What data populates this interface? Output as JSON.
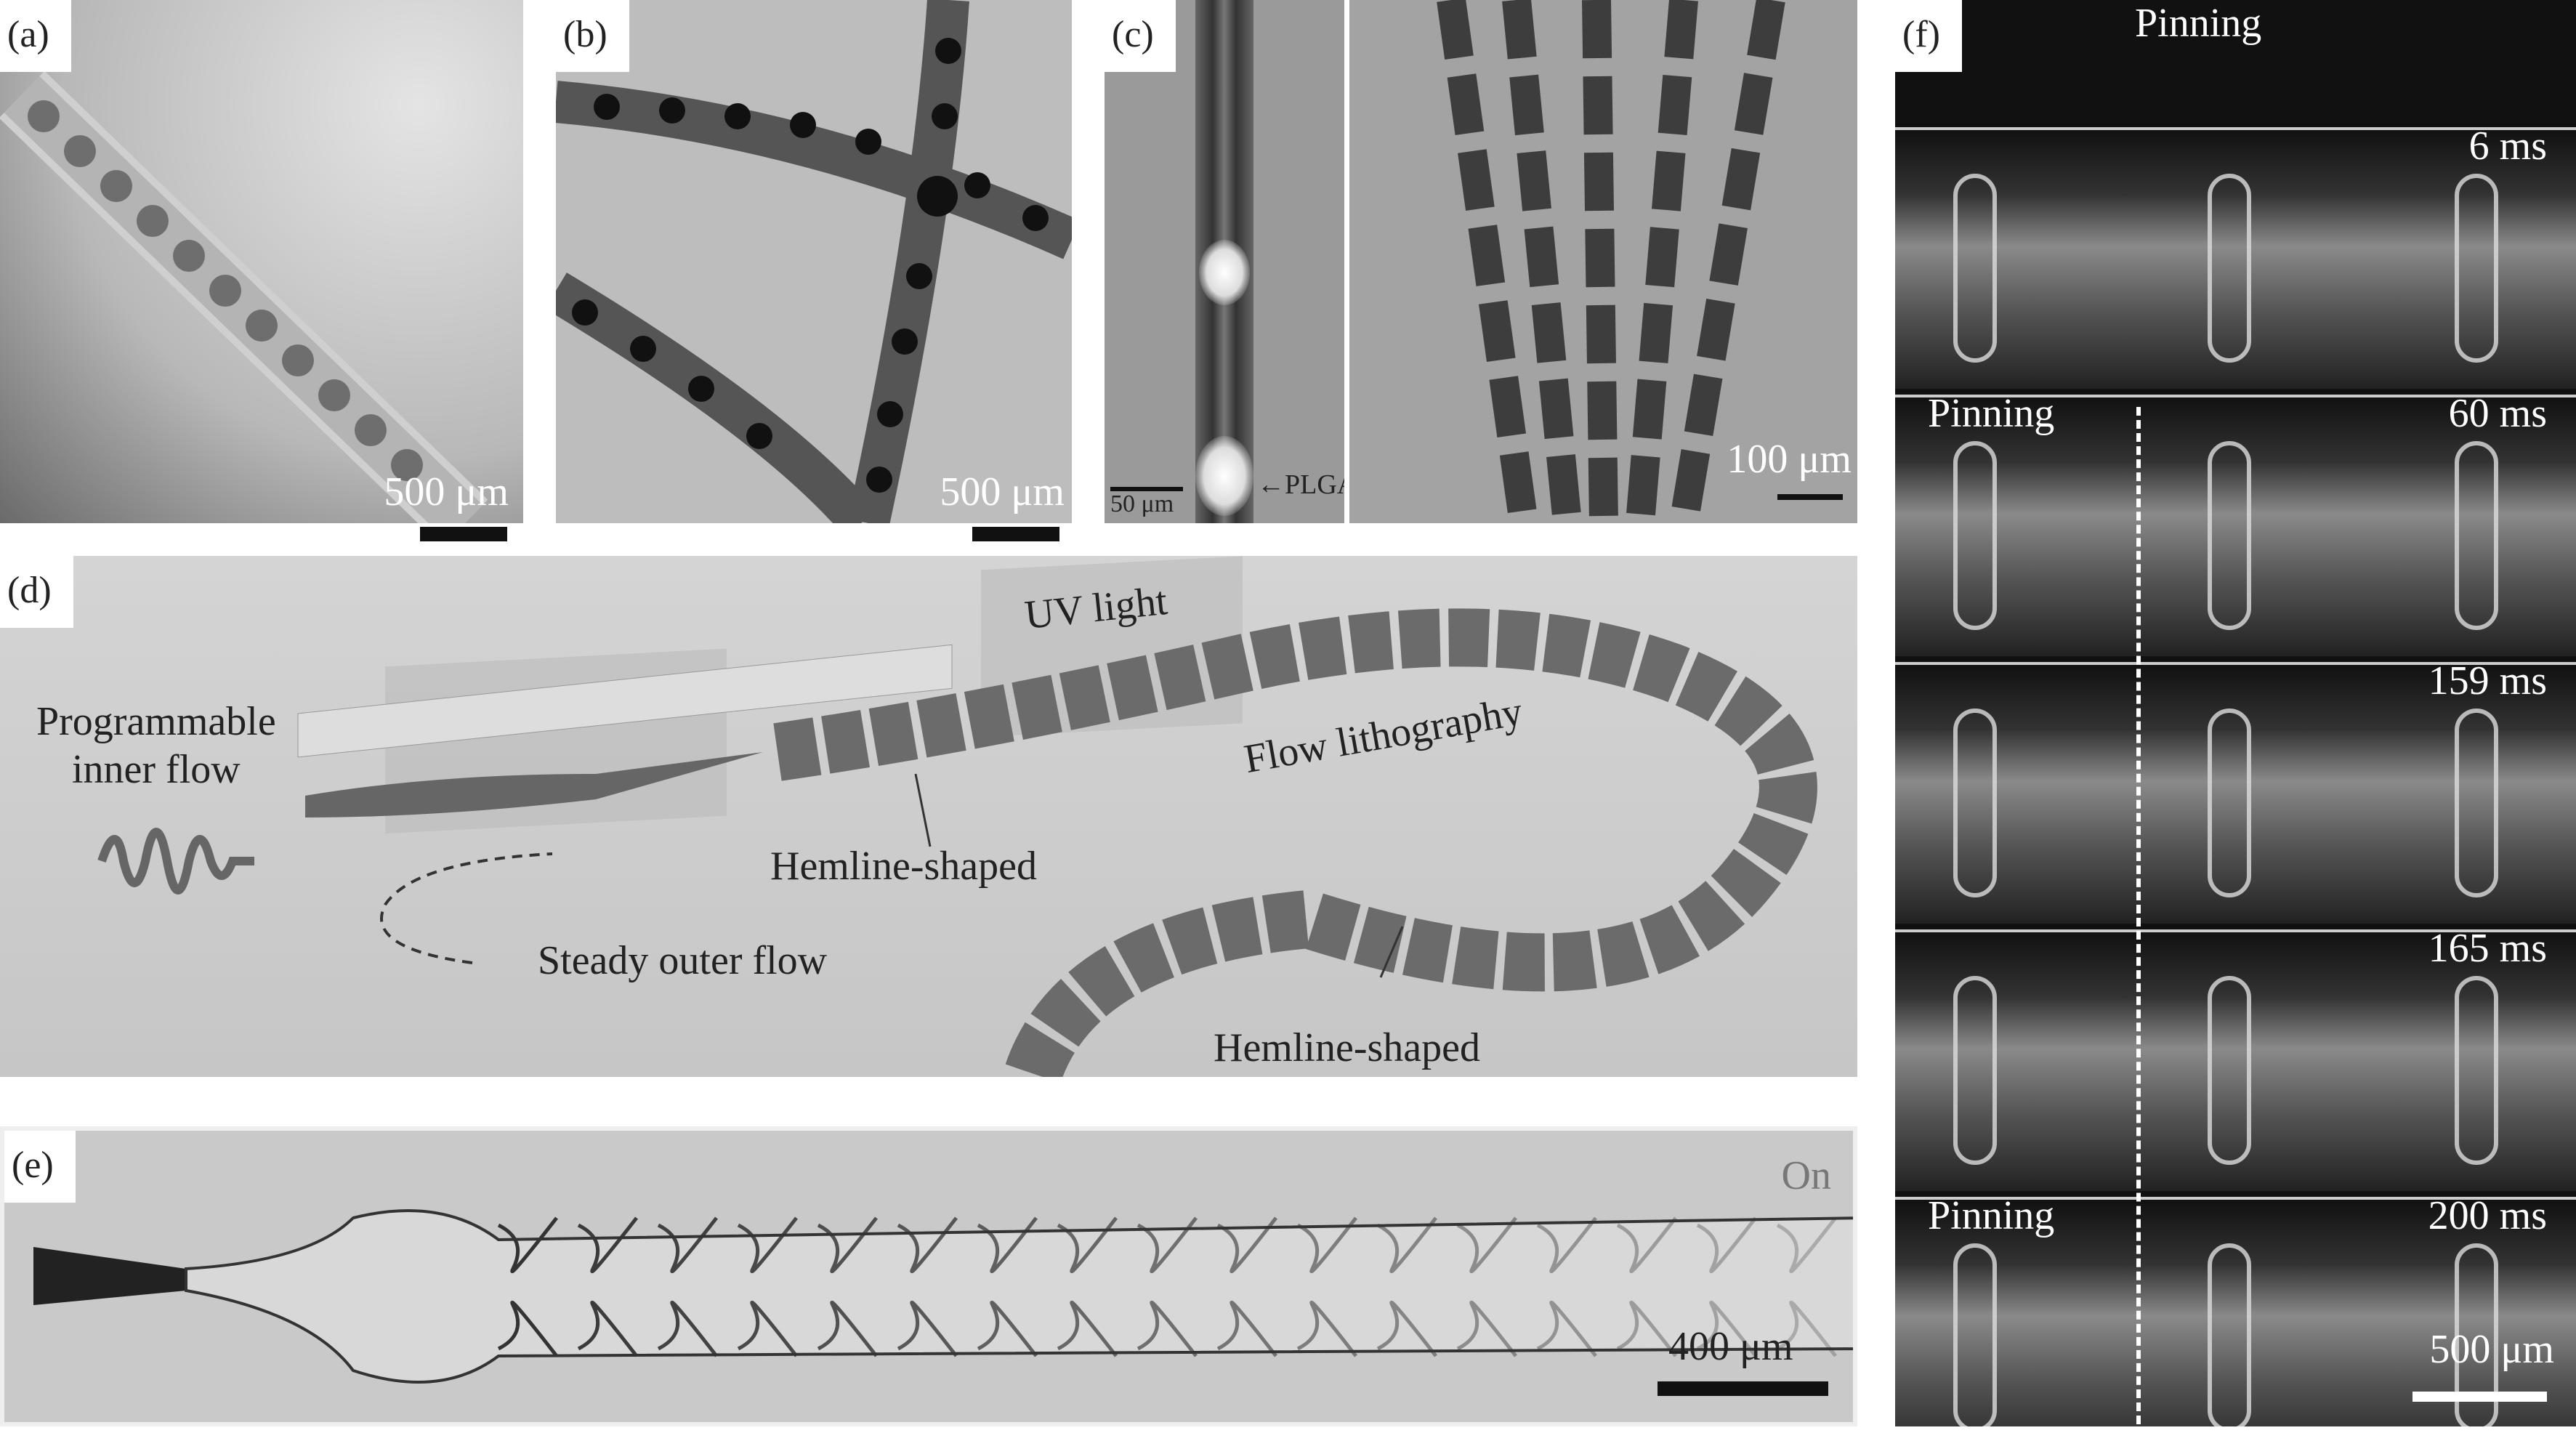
{
  "panels": {
    "a": {
      "label": "(a)",
      "scale": "500 μm"
    },
    "b": {
      "label": "(b)",
      "scale": "500 μm"
    },
    "c": {
      "label": "(c)",
      "scale_left": "50 μm",
      "annotation": "←PLGA+Fluorescein",
      "scale_right": "100 μm"
    },
    "d": {
      "label": "(d)",
      "inner_flow": "Programmable\ninner flow",
      "uv": "UV light",
      "flow_litho": "Flow lithography",
      "hemline1": "Hemline-shaped",
      "outer_flow": "Steady outer flow",
      "hemline2": "Hemline-shaped"
    },
    "e": {
      "label": "(e)",
      "status": "On",
      "scale": "400 μm"
    },
    "f": {
      "label": "(f)",
      "top_title": "Pinning",
      "frames": [
        {
          "time": "6 ms",
          "note": ""
        },
        {
          "time": "60 ms",
          "note": "Pinning"
        },
        {
          "time": "159 ms",
          "note": ""
        },
        {
          "time": "165 ms",
          "note": ""
        },
        {
          "time": "200 ms",
          "note": "Pinning"
        }
      ],
      "scale": "500 μm"
    }
  }
}
